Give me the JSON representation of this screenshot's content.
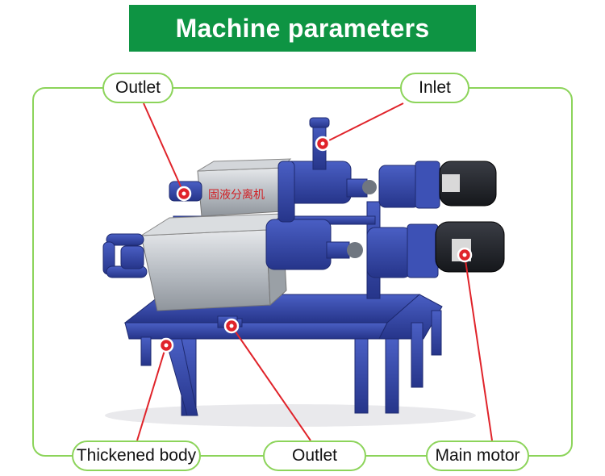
{
  "header": {
    "title": "Machine parameters"
  },
  "machine": {
    "nameplate": "固液分离机"
  },
  "labels": {
    "outlet_top": "Outlet",
    "inlet": "Inlet",
    "thickened_body": "Thickened body",
    "outlet_bottom": "Outlet",
    "main_motor": "Main motor"
  },
  "colors": {
    "banner": "#0e9443",
    "frame_border": "#8cd45a",
    "callout_line": "#e0232a",
    "machine_frame_blue": "#2f43a8",
    "steel": "#b9bec4"
  }
}
